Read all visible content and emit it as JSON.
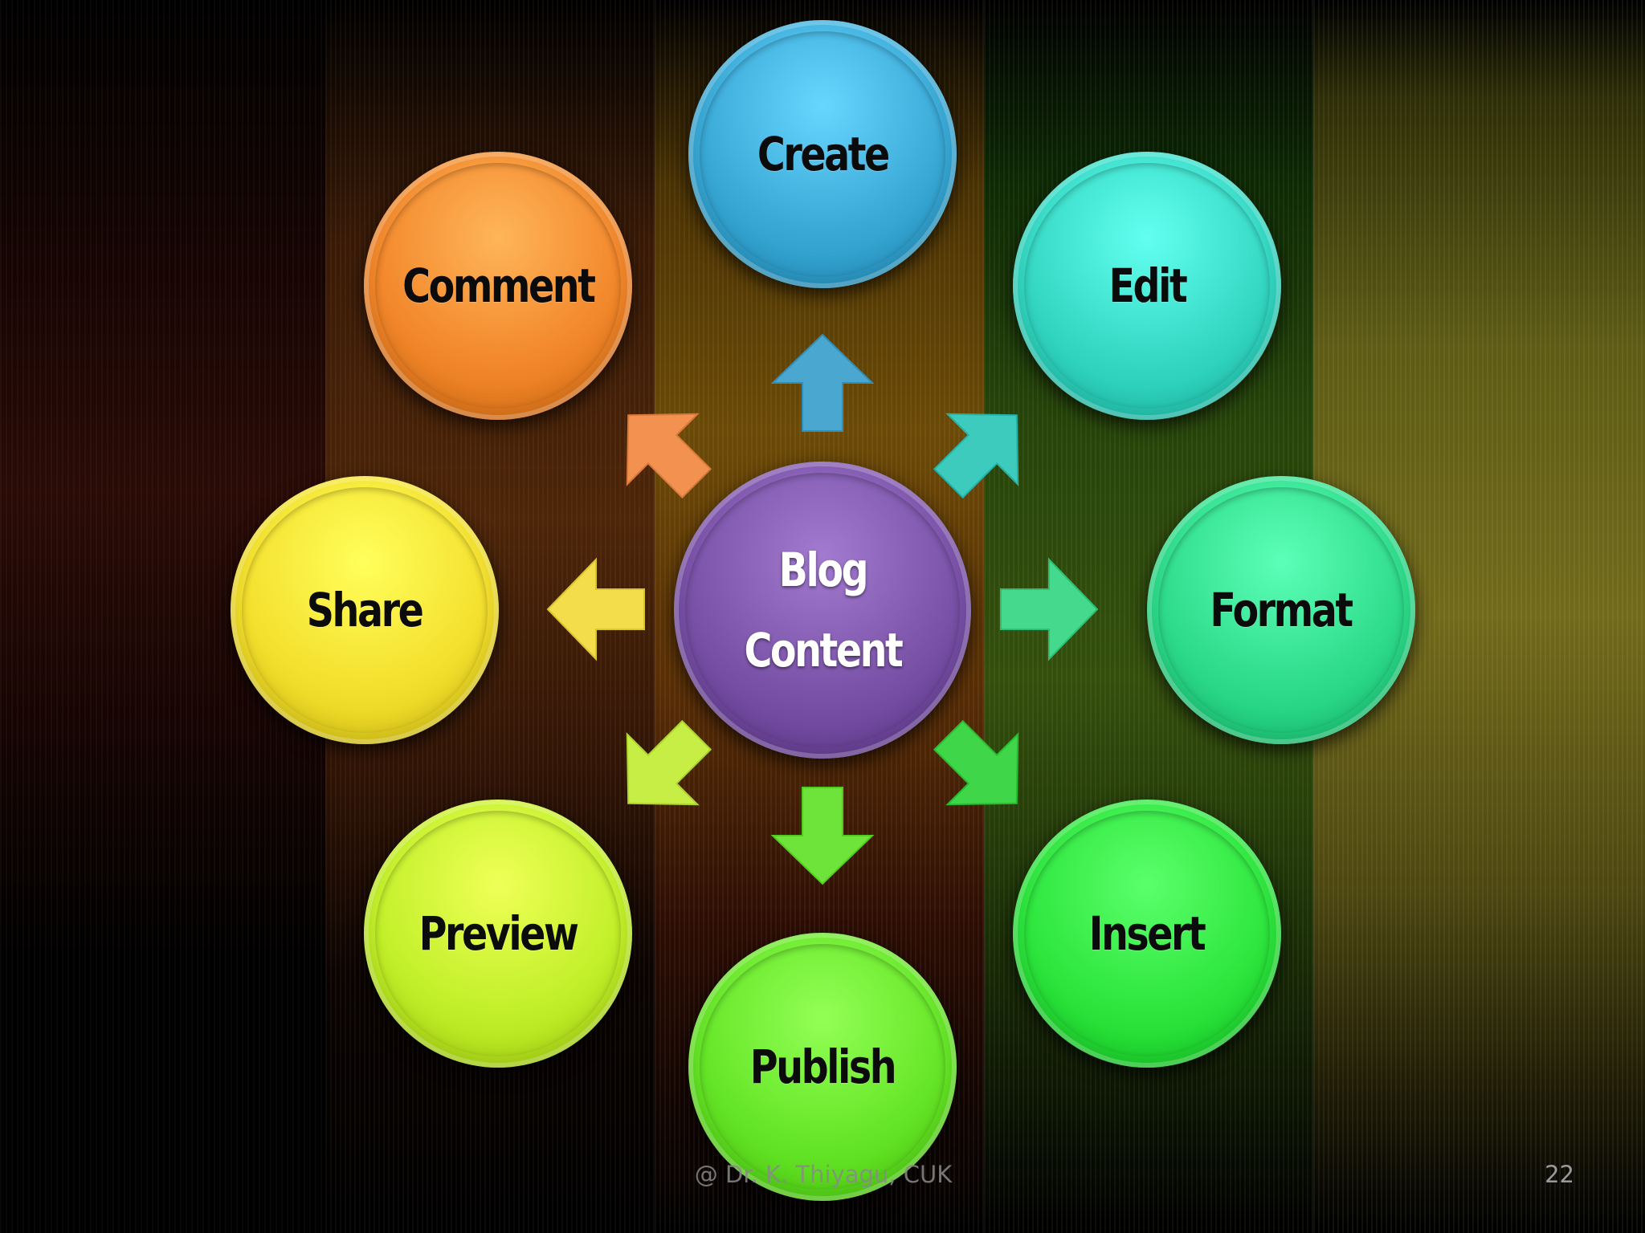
{
  "diagram": {
    "center": {
      "label": "Blog\nContent",
      "color": "#7a52a8"
    },
    "nodes": [
      {
        "id": "create",
        "label": "Create",
        "color": "#3aa9d6",
        "arrow_color": "#4aa7d0"
      },
      {
        "id": "edit",
        "label": "Edit",
        "color": "#35d8c3",
        "arrow_color": "#3dcbbd"
      },
      {
        "id": "format",
        "label": "Format",
        "color": "#2fdc8b",
        "arrow_color": "#44d98d"
      },
      {
        "id": "insert",
        "label": "Insert",
        "color": "#2ee63e",
        "arrow_color": "#3fd749"
      },
      {
        "id": "publish",
        "label": "Publish",
        "color": "#66e628",
        "arrow_color": "#6ee33a"
      },
      {
        "id": "preview",
        "label": "Preview",
        "color": "#c2f02a",
        "arrow_color": "#c6ee45"
      },
      {
        "id": "share",
        "label": "Share",
        "color": "#f4e02e",
        "arrow_color": "#f3dd4b"
      },
      {
        "id": "comment",
        "label": "Comment",
        "color": "#f3882c",
        "arrow_color": "#f29150"
      }
    ]
  },
  "footer": {
    "credit": "@ Dr. K. Thiyagu, CUK",
    "slide_number": "22"
  }
}
